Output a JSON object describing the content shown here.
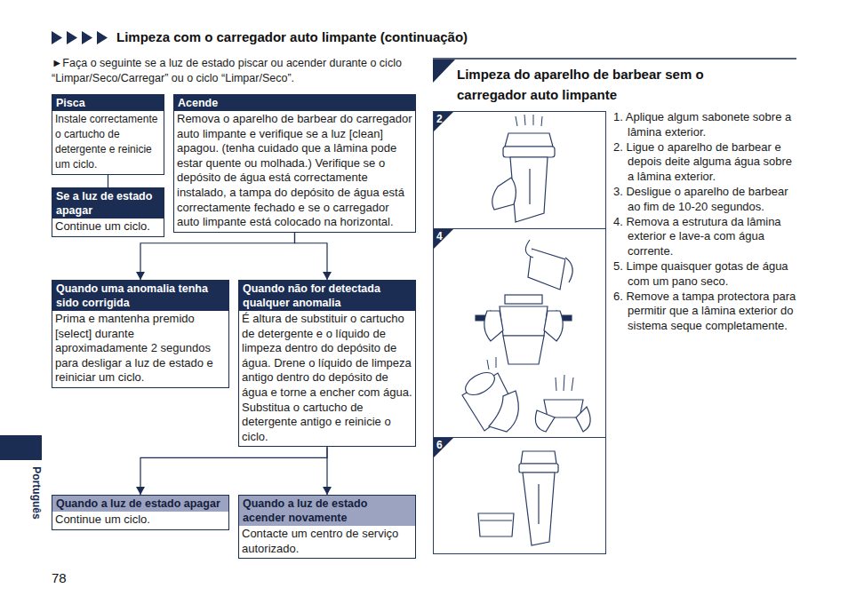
{
  "diagram": {
    "title": "Limpeza com o carregador auto limpante (continuação)",
    "nodes": [
      {
        "text": [
          "Pisca",
          "Instale correctamente o cartucho de detergente e reinicie um ciclo."
        ]
      },
      {
        "text": [
          "Se a luz de estado apagar",
          "Continue um ciclo."
        ]
      },
      {
        "text": [
          "Acende",
          "Remova o aparelho de barbear do carregador auto limpante e verifique se a luz [clean] apagou. (tenha cuidado que a lâmina pode estar quente ou molhada.) Verifique se o depósito de água está correctamente instalado, a tampa do depósito de água está correctamente fechado e se o carregador auto limpante está colocado na horizontal."
        ]
      },
      {
        "text": [
          "Quando uma anomalia tenha sido corrigida",
          "Prima e mantenha premido [select] durante aproximadamente 2 segundos para desligar a luz de estado e reiniciar um ciclo."
        ]
      },
      {
        "text": [
          "Quando não for detectada qualquer anomalia",
          "É altura de substituir o cartucho de detergente e o líquido de limpeza dentro do depósito de água. Drene o líquido de limpeza antigo dentro do depósito de água e torne a encher com água. Substitua o cartucho de detergente antigo e reinicie o ciclo."
        ]
      },
      {
        "text": [
          "Quando a luz de estado apagar",
          "Continue um ciclo."
        ]
      },
      {
        "text": [
          "Quando a luz de estado acender novamente",
          "Contacte um centro de serviço autorizado."
        ]
      }
    ],
    "edges": [
      {
        "from": 0,
        "to": 1,
        "arrow": "none"
      },
      {
        "from": 2,
        "to": 3,
        "arrow": "to"
      },
      {
        "from": 2,
        "to": 4,
        "arrow": "to"
      },
      {
        "from": 4,
        "to": 5,
        "arrow": "to"
      },
      {
        "from": 4,
        "to": 6,
        "arrow": "to"
      }
    ],
    "labels": [
      "►Faça o seguinte se a luz de estado piscar ou acender durante o ciclo “Limpar/Seco/Carregar” ou o ciclo “Limpar/Seco”.",
      "Limpeza do aparelho de barbear sem o carregador auto limpante",
      "1. Aplique algum sabonete sobre a lâmina exterior.",
      "2. Ligue o aparelho de barbear e depois deite alguma água sobre a lâmina exterior.",
      "3. Desligue o aparelho de barbear ao fim de 10-20 segundos.",
      "4. Remova a estrutura da lâmina exterior e lave-a com água corrente.",
      "5. Limpe quaisquer gotas de água com um pano seco.",
      "6. Remove a tampa protectora para permitir que a lâmina exterior do sistema seque completamente.",
      "2",
      "4",
      "6",
      "78",
      "Português"
    ]
  }
}
